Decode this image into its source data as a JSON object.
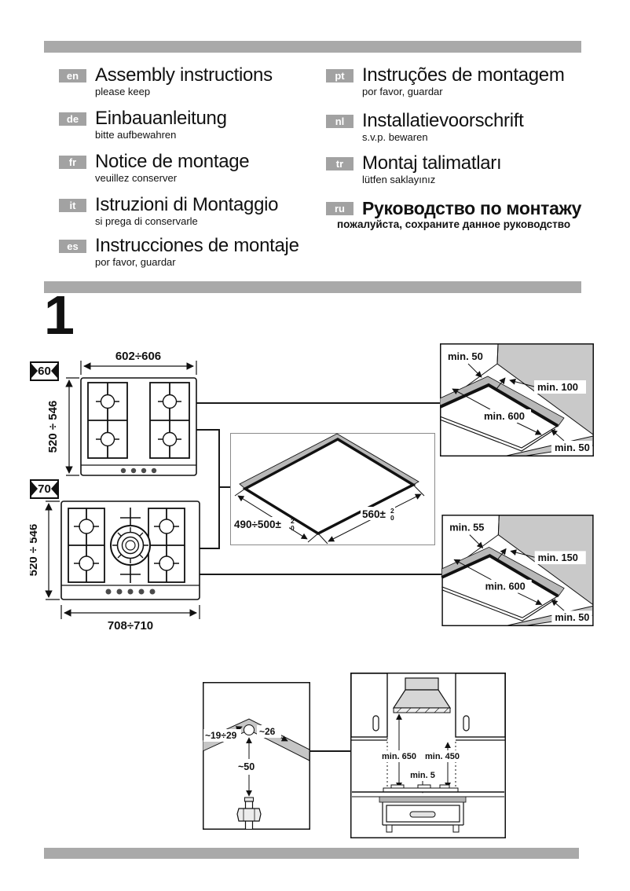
{
  "page": {
    "step_number": "1"
  },
  "colors": {
    "bar_gray": "#a9a9a9",
    "badge_gray": "#a2a2a2",
    "wall_gray": "#c9c9c9",
    "cut_band_gray": "#b8b8b8",
    "hood_gray": "#d6d6d6"
  },
  "languages": [
    {
      "code": "en",
      "title": "Assembly instructions",
      "subtitle": "please keep"
    },
    {
      "code": "de",
      "title": "Einbauanleitung",
      "subtitle": "bitte aufbewahren"
    },
    {
      "code": "fr",
      "title": "Notice de montage",
      "subtitle": "veuillez conserver"
    },
    {
      "code": "it",
      "title": "Istruzioni di Montaggio",
      "subtitle": "si prega di conservarle"
    },
    {
      "code": "es",
      "title": "Instrucciones de montaje",
      "subtitle": "por favor, guardar"
    },
    {
      "code": "pt",
      "title": "Instruções de montagem",
      "subtitle": "por favor, guardar"
    },
    {
      "code": "nl",
      "title": "Installatievoorschrift",
      "subtitle": "s.v.p. bewaren"
    },
    {
      "code": "tr",
      "title": "Montaj talimatları",
      "subtitle": "lütfen saklayınız"
    },
    {
      "code": "ru",
      "title": "Руководство по монтажу",
      "subtitle": "пожалуйста, сохраните данное руководство"
    }
  ],
  "hob_60": {
    "badge": "60",
    "width_dim": "602÷606",
    "height_dim": "520 ÷ 546"
  },
  "hob_70": {
    "badge": "70",
    "width_dim": "708÷710",
    "height_dim": "520 ÷ 546"
  },
  "cutout": {
    "depth_label": "490÷500±",
    "depth_tol_top": "2",
    "depth_tol_bottom": "0",
    "width_label": "560±",
    "width_tol_top": "2",
    "width_tol_bottom": "0"
  },
  "clearance_a": {
    "side": "min. 50",
    "rear": "min. 100",
    "width": "min. 600",
    "front": "min. 50"
  },
  "clearance_b": {
    "side": "min. 55",
    "rear": "min. 150",
    "width": "min. 600",
    "front": "min. 50"
  },
  "gas": {
    "hole_left": "~19÷29",
    "hole_right": "~26",
    "hole_depth": "~50"
  },
  "hood": {
    "hood_clearance": "min. 650",
    "cabinet_clearance": "min. 450",
    "rear_gap": "min. 5"
  }
}
